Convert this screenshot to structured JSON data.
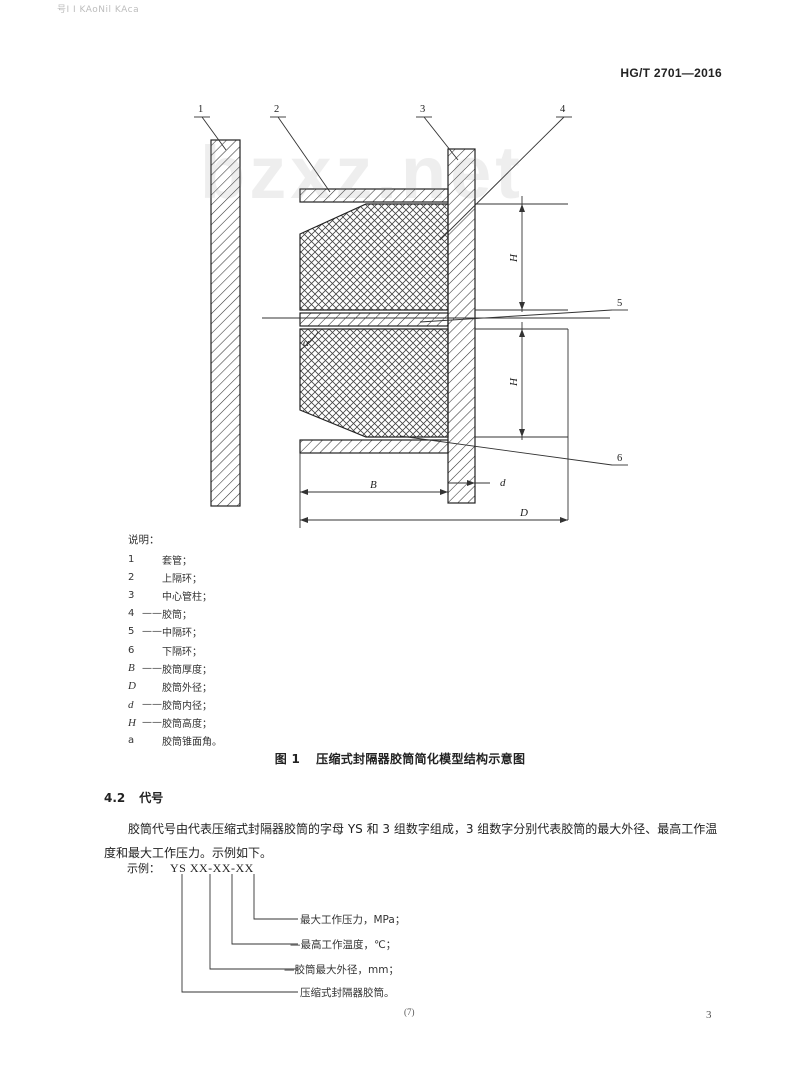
{
  "header": {
    "top_mark": "号I I KAoNil KAca",
    "standard_no": "HG/T 2701—2016",
    "watermark": "bzxz.net"
  },
  "figure": {
    "callouts": [
      "1",
      "2",
      "3",
      "4",
      "5",
      "6"
    ],
    "dims": {
      "H_top": "H",
      "H_bottom": "H",
      "alpha": "α",
      "B": "B",
      "d": "d",
      "D": "D"
    }
  },
  "legend": {
    "title": "说明：",
    "items": [
      {
        "key": "1",
        "text": "套管；",
        "italic": false,
        "dash": ""
      },
      {
        "key": "2",
        "text": "上隔环；",
        "italic": false,
        "dash": ""
      },
      {
        "key": "3",
        "text": "中心管柱；",
        "italic": false,
        "dash": ""
      },
      {
        "key": "4",
        "text": "胶筒；",
        "italic": false,
        "dash": "——"
      },
      {
        "key": "5",
        "text": "中隔环；",
        "italic": false,
        "dash": "——"
      },
      {
        "key": "6",
        "text": "下隔环；",
        "italic": false,
        "dash": ""
      },
      {
        "key": "B",
        "text": "胶筒厚度；",
        "italic": true,
        "dash": "——"
      },
      {
        "key": "D",
        "text": "胶筒外径；",
        "italic": true,
        "dash": ""
      },
      {
        "key": "d",
        "text": "胶筒内径；",
        "italic": true,
        "dash": "——"
      },
      {
        "key": "H",
        "text": "胶筒高度；",
        "italic": true,
        "dash": "——"
      },
      {
        "key": "a",
        "text": "胶筒锥面角。",
        "italic": false,
        "dash": ""
      }
    ]
  },
  "caption": {
    "number": "图 1",
    "text": "压缩式封隔器胶筒简化模型结构示意图"
  },
  "section": {
    "number": "4.2",
    "title": "代号",
    "paragraph": "胶筒代号由代表压缩式封隔器胶筒的字母 YS 和 3 组数字组成，3 组数字分别代表胶筒的最大外径、最高工作温度和最大工作压力。示例如下。"
  },
  "example": {
    "label": "示例：",
    "code": "YS  XX-XX-XX",
    "items": [
      "最大工作压力，MPa；",
      "—最高工作温度，℃；",
      "—胶筒最大外径，mm；",
      "压缩式封隔器胶筒。"
    ]
  },
  "footer": {
    "sheet": "(7)",
    "page": "3"
  }
}
